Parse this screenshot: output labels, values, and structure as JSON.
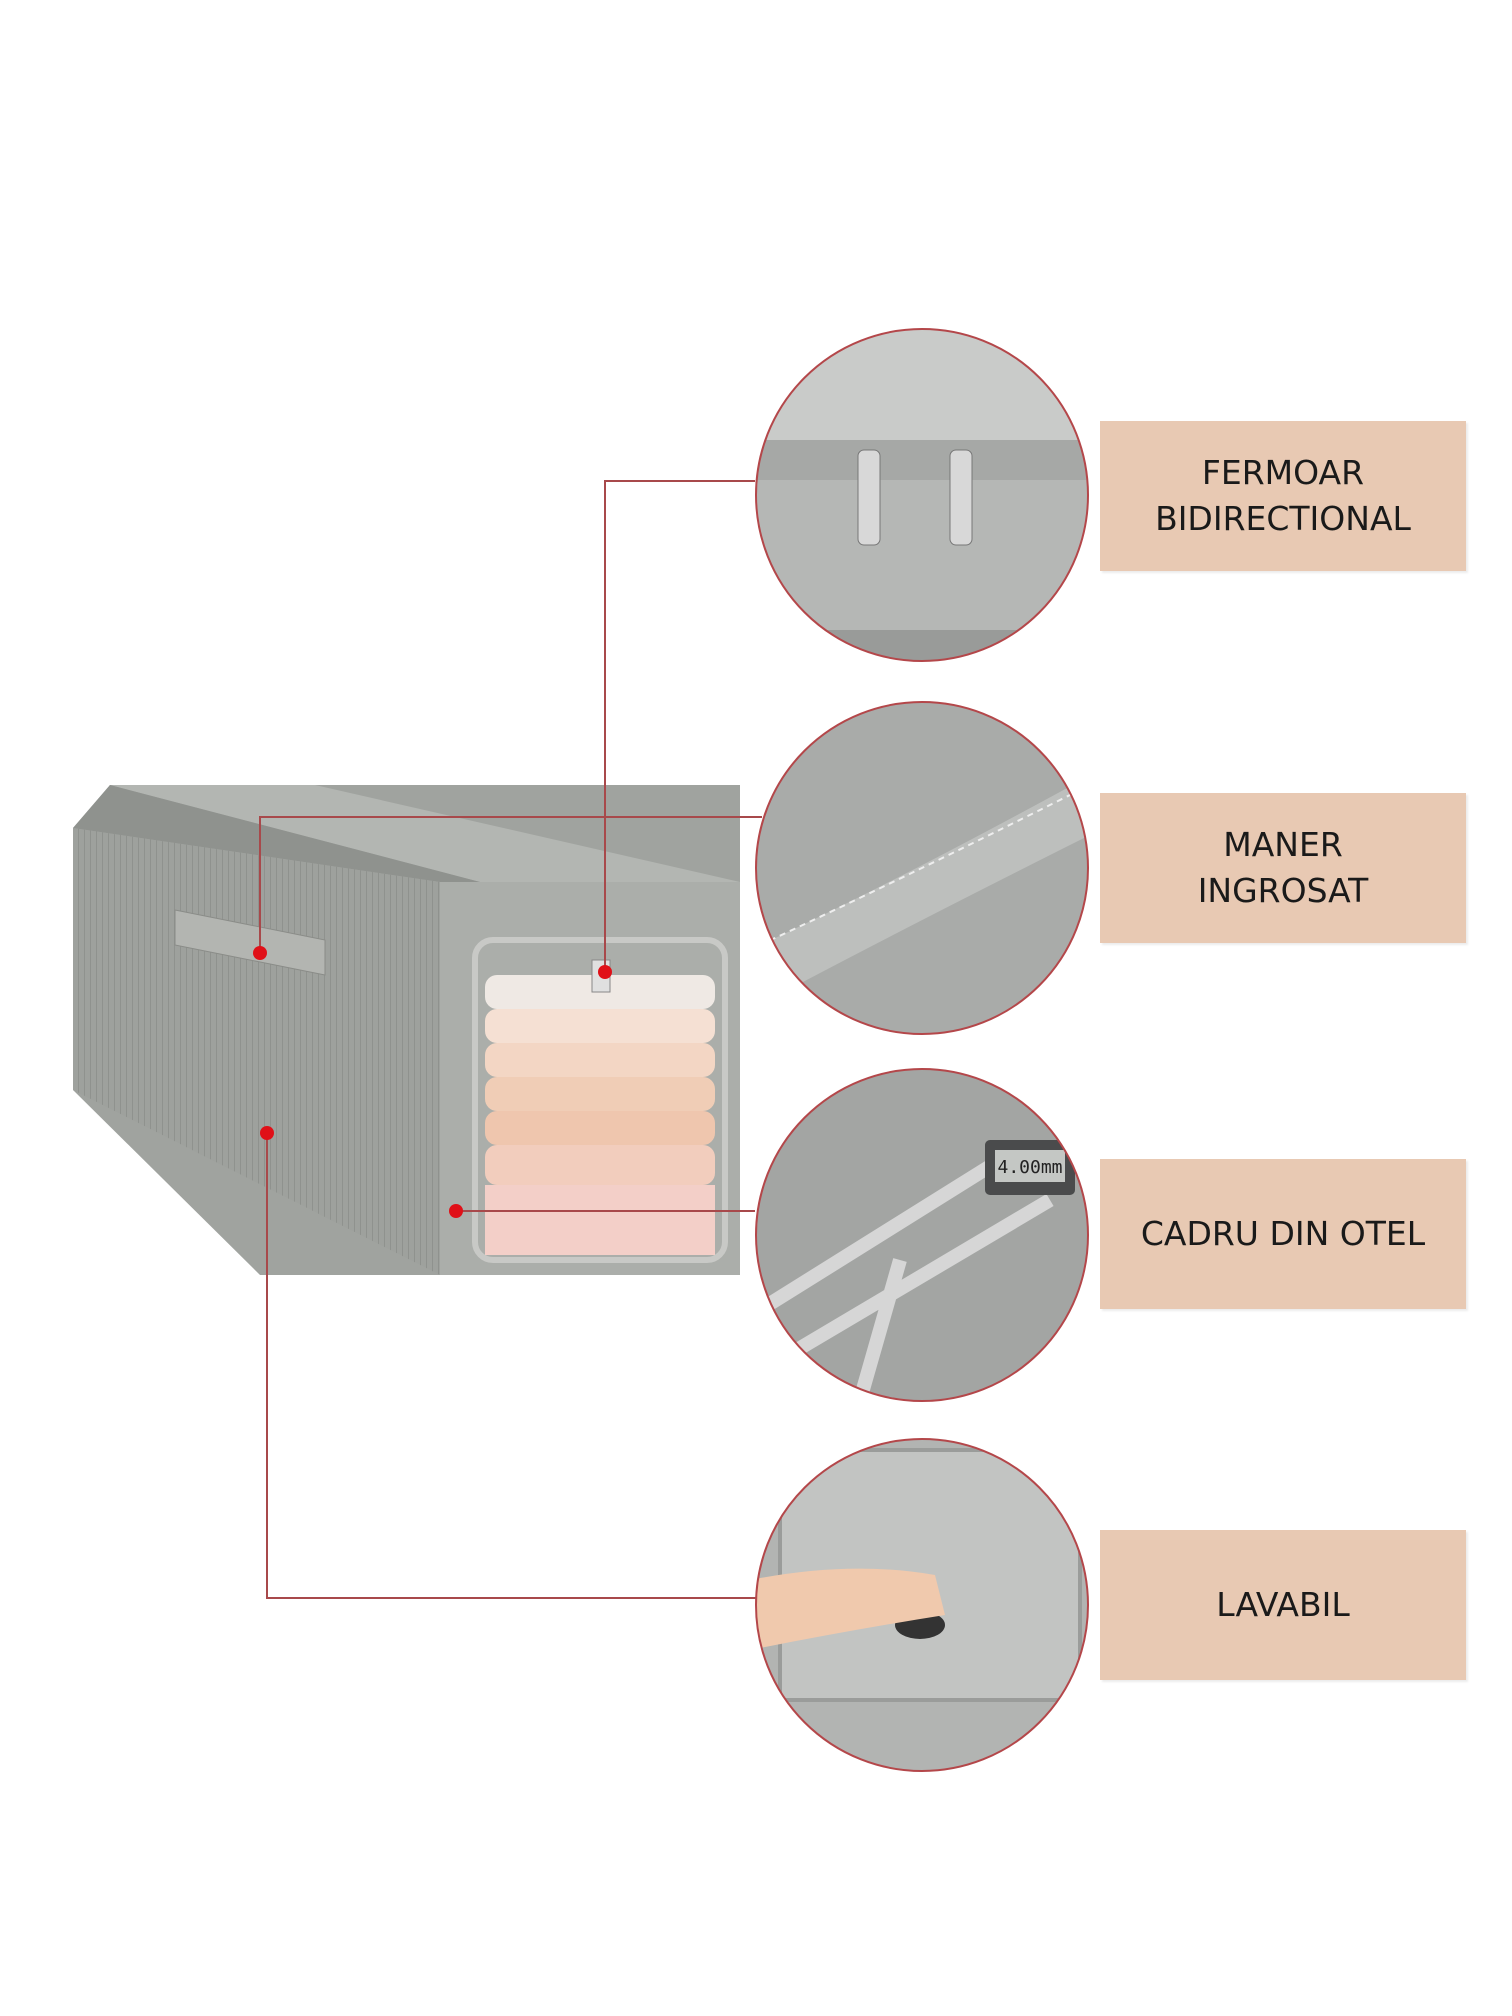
{
  "features": [
    {
      "lines": [
        "FERMOAR",
        "BIDIRECTIONAL"
      ],
      "icon": "zipper-closeup"
    },
    {
      "lines": [
        "MANER",
        "INGROSAT"
      ],
      "icon": "handle-closeup"
    },
    {
      "lines": [
        "CADRU DIN OTEL"
      ],
      "icon": "steel-frame-closeup",
      "caliper_reading": "4.00mm"
    },
    {
      "lines": [
        "LAVABIL"
      ],
      "icon": "washing-closeup"
    }
  ],
  "colors": {
    "label_bg": "#e8c9b3",
    "connector_line": "#a8494b",
    "dot": "#e01018",
    "box": "#9a9d99"
  }
}
